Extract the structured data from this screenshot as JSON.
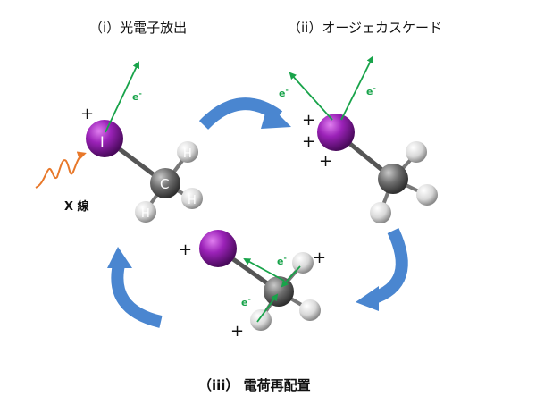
{
  "labels": {
    "step1": "（i）光電子放出",
    "step2": "（ii）オージェカスケード",
    "step3": "（iii） 電荷再配置",
    "xray": "X 線",
    "electron": "e",
    "minus": "-",
    "plus": "+"
  },
  "atoms": {
    "iodine": "I",
    "carbon": "C",
    "hydrogen": "H"
  },
  "colors": {
    "iodine": "#8b1aa6",
    "carbon": "#6e6e6e",
    "hydrogen": "#d9d9d9",
    "electron_arrow": "#18a34a",
    "electron_text": "#18a34a",
    "cycle_arrow": "#4a86d0",
    "xray_wave": "#e8782a",
    "text": "#111111"
  },
  "icons": {
    "cycle": "curved-arrow",
    "xray": "wave-arrow"
  }
}
